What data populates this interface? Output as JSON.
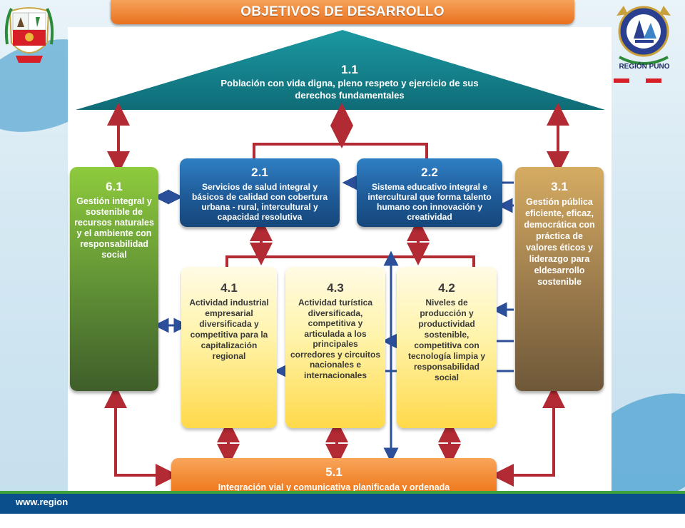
{
  "header": {
    "title": "OBJETIVOS DE DESARROLLO",
    "logo_right_text": "REGIÓN PUNO"
  },
  "footer": {
    "url": "www.region"
  },
  "colors": {
    "roof": "#127c86",
    "blue_box": "#1f5b98",
    "green_box": "#5f8f35",
    "tan_box": "#9a7a4c",
    "yellow_box": "#fff3a8",
    "orange_box": "#ef7d22",
    "red_arrow": "#b22a33",
    "blue_arrow": "#2c4f9a"
  },
  "objectives": {
    "o11": {
      "num": "1.1",
      "text": "Población con vida digna, pleno respeto y ejercicio de sus derechos fundamentales"
    },
    "o21": {
      "num": "2.1",
      "text": "Servicios de salud integral y básicos de calidad con cobertura urbana - rural, intercultural y capacidad resolutiva"
    },
    "o22": {
      "num": "2.2",
      "text": "Sistema educativo integral e intercultural que forma talento humano con innovación y creatividad"
    },
    "o61": {
      "num": "6.1",
      "text": "Gestión integral y sostenible de recursos naturales y el ambiente con responsabilidad social"
    },
    "o31": {
      "num": "3.1",
      "text": "Gestión pública eficiente, eficaz, democrática con práctica de valores éticos y liderazgo para eldesarrollo sostenible"
    },
    "o41": {
      "num": "4.1",
      "text": "Actividad industrial empresarial diversificada y competitiva para la capitalización regional"
    },
    "o43": {
      "num": "4.3",
      "text": "Actividad turística diversificada, competitiva y articulada a los principales corredores y circuitos nacionales e internacionales"
    },
    "o42": {
      "num": "4.2",
      "text": "Niveles de producción y productividad sostenible, competitiva con tecnología limpia y responsabilidad social"
    },
    "o51": {
      "num": "5.1",
      "text": "Integración vial y comunicativa planificada y ordenada territorialmente articulada al mundo globalizado"
    }
  }
}
